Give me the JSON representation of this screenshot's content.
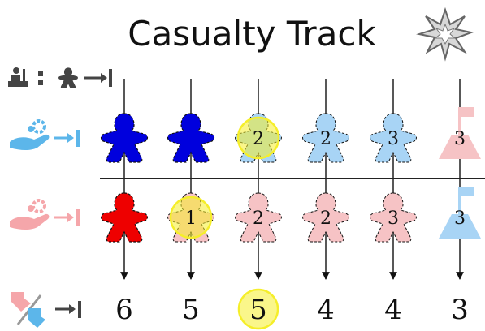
{
  "title": "Casualty Track",
  "colors": {
    "blue_full": "#0000dd",
    "blue_light": "#a8d4f5",
    "red_full": "#ee0000",
    "red_light": "#f6c3c5",
    "highlight": "#f5ee2a",
    "icon_gray": "#444444",
    "icon_blue": "#5cb6ea",
    "icon_pink": "#f5a6aa"
  },
  "row_icons": {
    "header": [
      "soldier-at-rest-icon",
      "colon",
      "meeple-icon",
      "arrow-to-bar-icon"
    ],
    "blue": [
      "hand-gear-icon",
      "arrow-to-bar-icon"
    ],
    "red": [
      "hand-gear-icon",
      "arrow-to-bar-icon"
    ],
    "bottom": [
      "hand-point-down-red-icon",
      "hand-point-down-blue-icon",
      "arrow-to-bar-icon"
    ]
  },
  "top_row": [
    {
      "kind": "meeple",
      "style": "full",
      "label": "",
      "highlight": false
    },
    {
      "kind": "meeple",
      "style": "full",
      "label": "",
      "highlight": false
    },
    {
      "kind": "meeple",
      "style": "light",
      "label": "2",
      "highlight": true
    },
    {
      "kind": "meeple",
      "style": "light",
      "label": "2",
      "highlight": false
    },
    {
      "kind": "meeple",
      "style": "light",
      "label": "3",
      "highlight": false
    },
    {
      "kind": "flag",
      "style": "light",
      "label": "3",
      "highlight": false
    }
  ],
  "bottom_row": [
    {
      "kind": "meeple",
      "style": "full",
      "label": "",
      "highlight": false
    },
    {
      "kind": "meeple",
      "style": "light",
      "label": "1",
      "highlight": true
    },
    {
      "kind": "meeple",
      "style": "light",
      "label": "2",
      "highlight": false
    },
    {
      "kind": "meeple",
      "style": "light",
      "label": "2",
      "highlight": false
    },
    {
      "kind": "meeple",
      "style": "light",
      "label": "3",
      "highlight": false
    },
    {
      "kind": "flag",
      "style": "light",
      "label": "3",
      "highlight": false
    }
  ],
  "bottom_values": [
    {
      "value": "6",
      "highlight": false
    },
    {
      "value": "5",
      "highlight": false
    },
    {
      "value": "5",
      "highlight": true
    },
    {
      "value": "4",
      "highlight": false
    },
    {
      "value": "4",
      "highlight": false
    },
    {
      "value": "3",
      "highlight": false
    }
  ]
}
